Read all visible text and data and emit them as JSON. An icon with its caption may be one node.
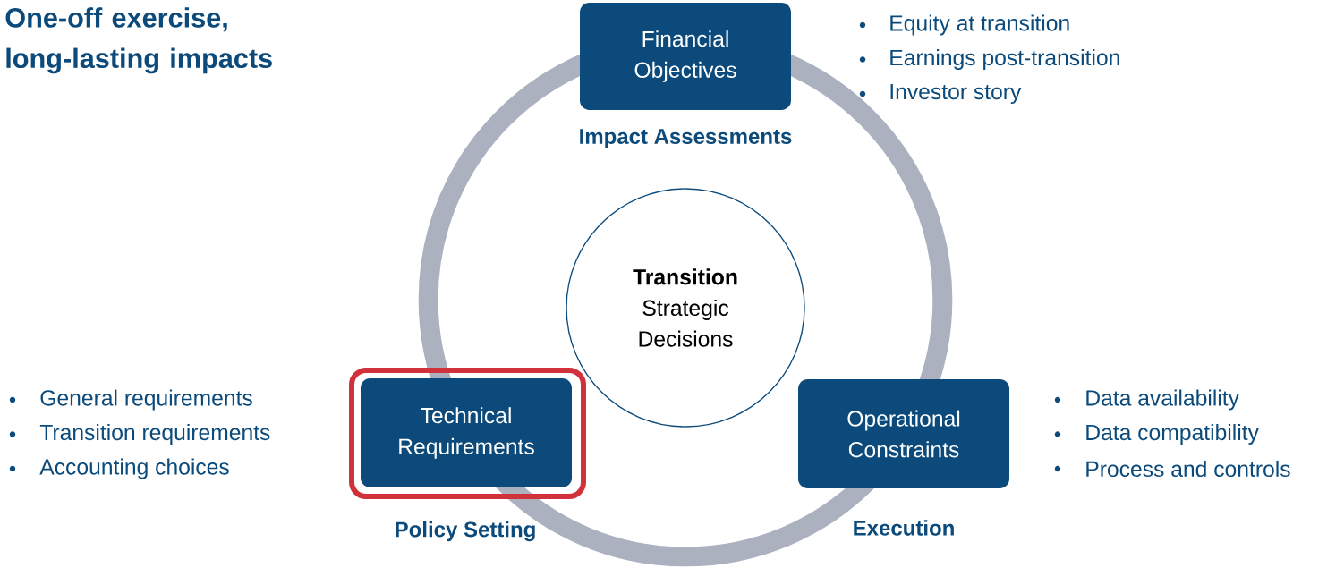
{
  "diagram": {
    "title": "One-off exercise, long-lasting impacts",
    "nodes": [
      {
        "text": [
          "Financial Objectives"
        ],
        "beside": [
          "Impact Assessments"
        ]
      },
      {
        "text": [
          "**Transition** Strategic Decisions"
        ]
      },
      {
        "text": [
          "Technical Requirements"
        ],
        "beside": [
          "Policy Setting"
        ]
      },
      {
        "text": [
          "Operational Constraints"
        ],
        "beside": [
          "Execution"
        ]
      }
    ],
    "labels": [
      "Equity at transition",
      "Earnings post-transition",
      "Investor story",
      "General requirements",
      "Transition requirements",
      "Accounting choices",
      "Data availability",
      "Data compatibility",
      "Process and controls"
    ]
  }
}
